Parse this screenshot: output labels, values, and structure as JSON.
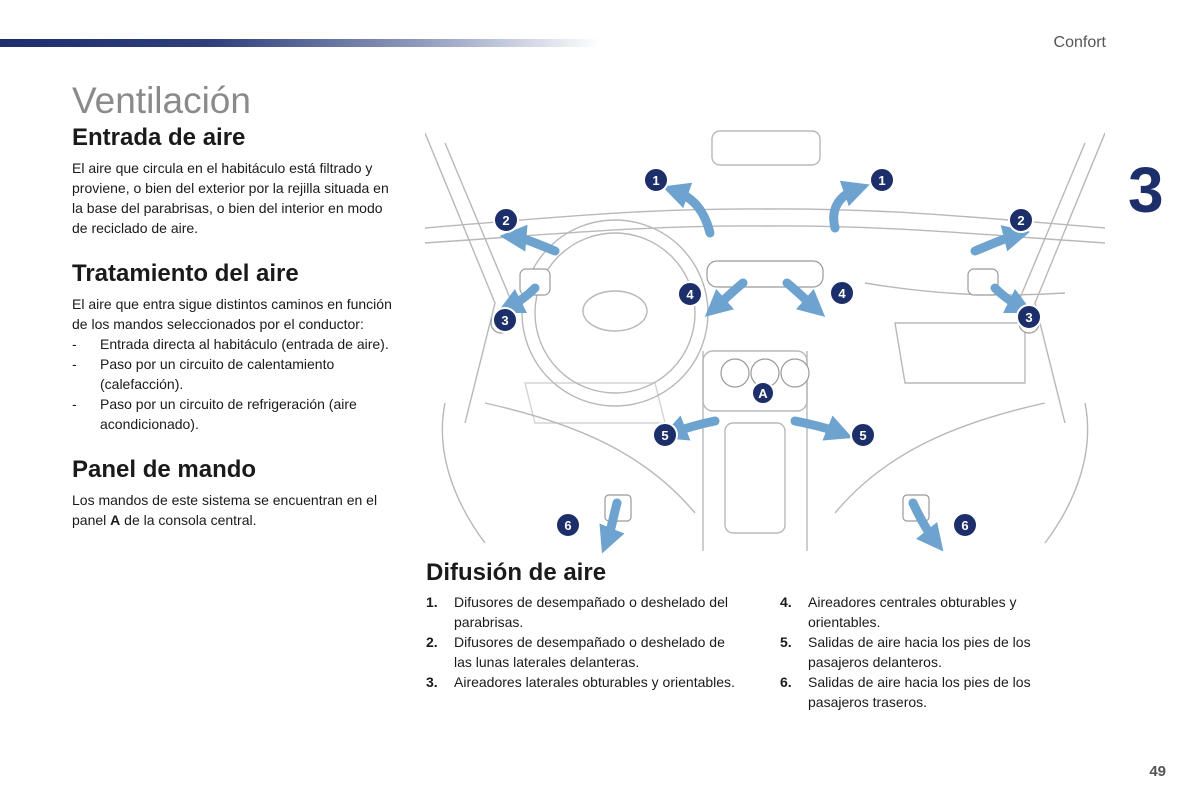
{
  "header": {
    "section": "Confort",
    "chapter": "3"
  },
  "title": "Ventilación",
  "entrada": {
    "heading": "Entrada de aire",
    "text": "El aire que circula en el habitáculo está filtrado y proviene, o bien del exterior por la rejilla situada en la base del parabrisas, o bien del interior en modo de reciclado de aire."
  },
  "tratamiento": {
    "heading": "Tratamiento del aire",
    "text": "El aire que entra sigue distintos caminos en función de los mandos seleccionados por el conductor:",
    "items": [
      "Entrada directa al habitáculo (entrada de aire).",
      "Paso por un circuito de calentamiento (calefacción).",
      "Paso por un circuito de refrigeración (aire acondicionado)."
    ]
  },
  "panel": {
    "heading": "Panel de mando",
    "text_before": "Los mandos de este sistema se encuentran en el panel ",
    "text_bold": "A",
    "text_after": " de la consola central."
  },
  "diagram": {
    "labels": {
      "1": "1",
      "2": "2",
      "3": "3",
      "4": "4",
      "5": "5",
      "6": "6",
      "A": "A"
    },
    "colors": {
      "badge": "#1d2f6b",
      "arrow": "#6ea3cf",
      "line": "#b8b8b8"
    }
  },
  "difusion": {
    "heading": "Difusión de aire",
    "items": [
      {
        "num": "1.",
        "text": "Difusores de desempañado o deshelado del parabrisas."
      },
      {
        "num": "2.",
        "text": "Difusores de desempañado o deshelado de las lunas laterales delanteras."
      },
      {
        "num": "3.",
        "text": "Aireadores laterales obturables y orientables."
      },
      {
        "num": "4.",
        "text": "Aireadores centrales obturables y orientables."
      },
      {
        "num": "5.",
        "text": "Salidas de aire hacia los pies de los pasajeros delanteros."
      },
      {
        "num": "6.",
        "text": "Salidas de aire hacia los pies de los pasajeros traseros."
      }
    ]
  },
  "footer": {
    "page": "49"
  }
}
